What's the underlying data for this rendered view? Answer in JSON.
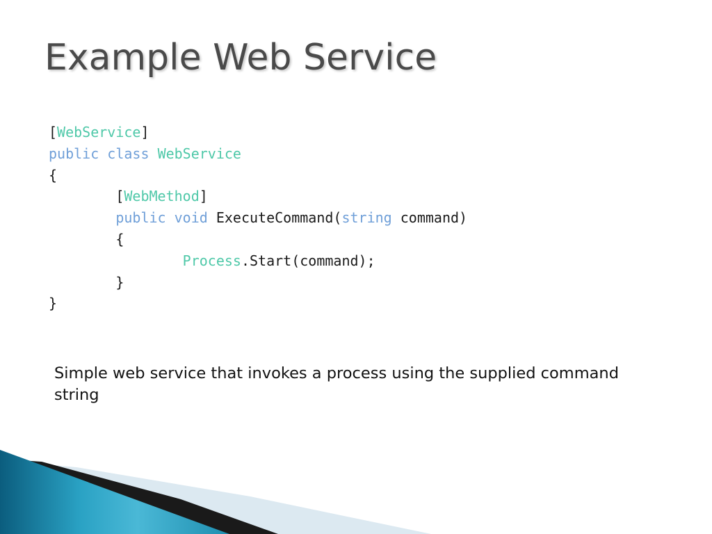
{
  "slide": {
    "title": "Example Web Service",
    "caption": "Simple web service that invokes a process using the supplied command string"
  },
  "code": {
    "lines": [
      {
        "indent": "",
        "segments": [
          {
            "text": "[",
            "kind": "plain"
          },
          {
            "text": "WebService",
            "kind": "type"
          },
          {
            "text": "]",
            "kind": "plain"
          }
        ]
      },
      {
        "indent": "",
        "segments": [
          {
            "text": "public",
            "kind": "keyword"
          },
          {
            "text": " ",
            "kind": "plain"
          },
          {
            "text": "class",
            "kind": "keyword"
          },
          {
            "text": " ",
            "kind": "plain"
          },
          {
            "text": "WebService",
            "kind": "type"
          }
        ]
      },
      {
        "indent": "",
        "segments": [
          {
            "text": "{",
            "kind": "plain"
          }
        ]
      },
      {
        "indent": "        ",
        "segments": [
          {
            "text": "[",
            "kind": "plain"
          },
          {
            "text": "WebMethod",
            "kind": "type"
          },
          {
            "text": "]",
            "kind": "plain"
          }
        ]
      },
      {
        "indent": "        ",
        "segments": [
          {
            "text": "public",
            "kind": "keyword"
          },
          {
            "text": " ",
            "kind": "plain"
          },
          {
            "text": "void",
            "kind": "keyword"
          },
          {
            "text": " ExecuteCommand(",
            "kind": "plain"
          },
          {
            "text": "string",
            "kind": "keyword"
          },
          {
            "text": " command)",
            "kind": "plain"
          }
        ]
      },
      {
        "indent": "        ",
        "segments": [
          {
            "text": "{",
            "kind": "plain"
          }
        ]
      },
      {
        "indent": "                ",
        "segments": [
          {
            "text": "Process",
            "kind": "type"
          },
          {
            "text": ".Start(command);",
            "kind": "plain"
          }
        ]
      },
      {
        "indent": "        ",
        "segments": [
          {
            "text": "}",
            "kind": "plain"
          }
        ]
      },
      {
        "indent": "",
        "segments": [
          {
            "text": "}",
            "kind": "plain"
          }
        ]
      }
    ]
  },
  "colors": {
    "keyword": "#6f9fd8",
    "type": "#4ec8a8",
    "title": "#4a4a4a",
    "accent_teal": "#1f8fb0"
  }
}
